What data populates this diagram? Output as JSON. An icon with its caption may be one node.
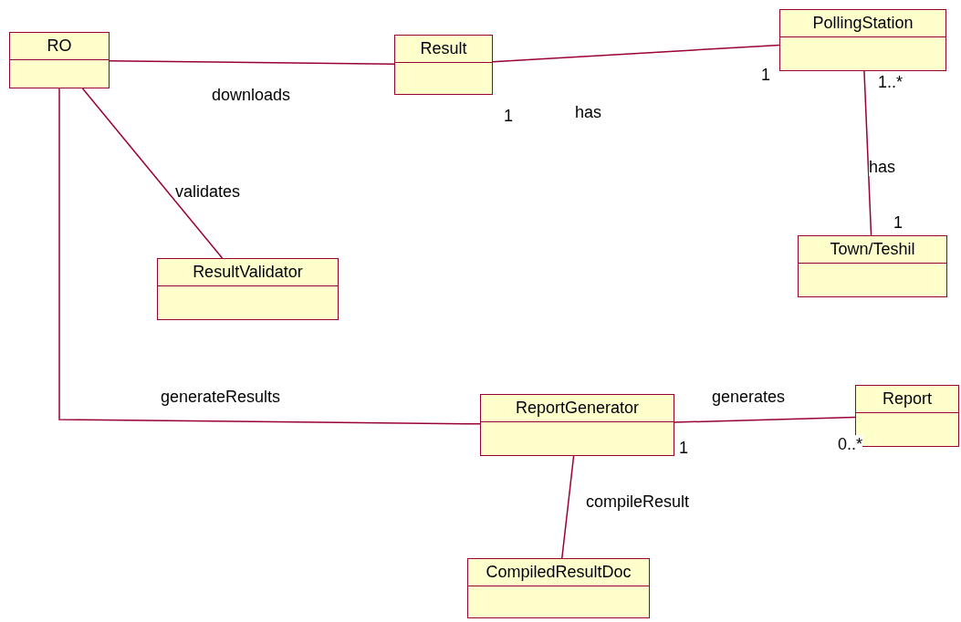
{
  "diagram": {
    "nodes": [
      {
        "text": [
          "RO"
        ]
      },
      {
        "text": [
          "Result"
        ]
      },
      {
        "text": [
          "PollingStation"
        ]
      },
      {
        "text": [
          "ResultValidator"
        ]
      },
      {
        "text": [
          "Town/Teshil"
        ]
      },
      {
        "text": [
          "ReportGenerator"
        ]
      },
      {
        "text": [
          "Report"
        ]
      },
      {
        "text": [
          "CompiledResultDoc"
        ]
      }
    ],
    "edges": [
      {
        "from": 0,
        "to": 1,
        "arrow": "none",
        "label": "downloads"
      },
      {
        "from": 1,
        "to": 2,
        "arrow": "none",
        "label": "has"
      },
      {
        "from": 2,
        "to": 4,
        "arrow": "none",
        "label": "has"
      },
      {
        "from": 0,
        "to": 3,
        "arrow": "none",
        "label": "validates"
      },
      {
        "from": 0,
        "to": 5,
        "arrow": "none",
        "label": "generateResults"
      },
      {
        "from": 5,
        "to": 6,
        "arrow": "none",
        "label": "generates"
      },
      {
        "from": 5,
        "to": 7,
        "arrow": "none",
        "label": "compileResult"
      }
    ],
    "labels": [
      "1",
      "1..*",
      "1",
      "1",
      "0..*",
      "1"
    ]
  }
}
